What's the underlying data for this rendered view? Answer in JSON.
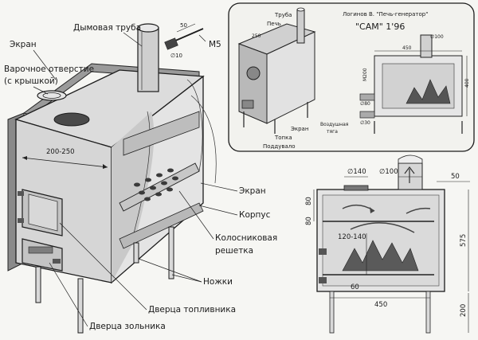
{
  "main_labels": {
    "chimney": "Дымовая труба",
    "screen_top": "Экран",
    "cook_hole_1": "Варочное отверстие",
    "cook_hole_2": "(с крышкой)",
    "width_dim": "200-250",
    "screen_right": "Экран",
    "body": "Корпус",
    "grate_1": "Колосниковая",
    "grate_2": "решетка",
    "legs": "Ножки",
    "fuel_door": "Дверца топливника",
    "ash_door": "Дверца зольника"
  },
  "bolt_detail": {
    "len": "50",
    "dia": "∅10",
    "thread": "М5"
  },
  "inset": {
    "author": "Логинов В. \"Печь-генератор\"",
    "title": "\"САМ\" 1'96",
    "pipe": "Труба",
    "oven": "Печь",
    "d250": "250",
    "screen": "Экран",
    "firebox": "Топка",
    "ashpit": "Поддувало",
    "d100": "∅100",
    "w450": "450",
    "h400": "400",
    "m200": "М200",
    "d80": "∅80",
    "d30": "∅30",
    "air_1": "Воздушная",
    "air_2": "тяга"
  },
  "section": {
    "d140": "∅140",
    "d100": "∅100",
    "top": "50",
    "h80a": "80",
    "h80b": "80",
    "h120": "120-140",
    "h60": "60",
    "h575": "575",
    "w450": "450",
    "leg": "200"
  }
}
